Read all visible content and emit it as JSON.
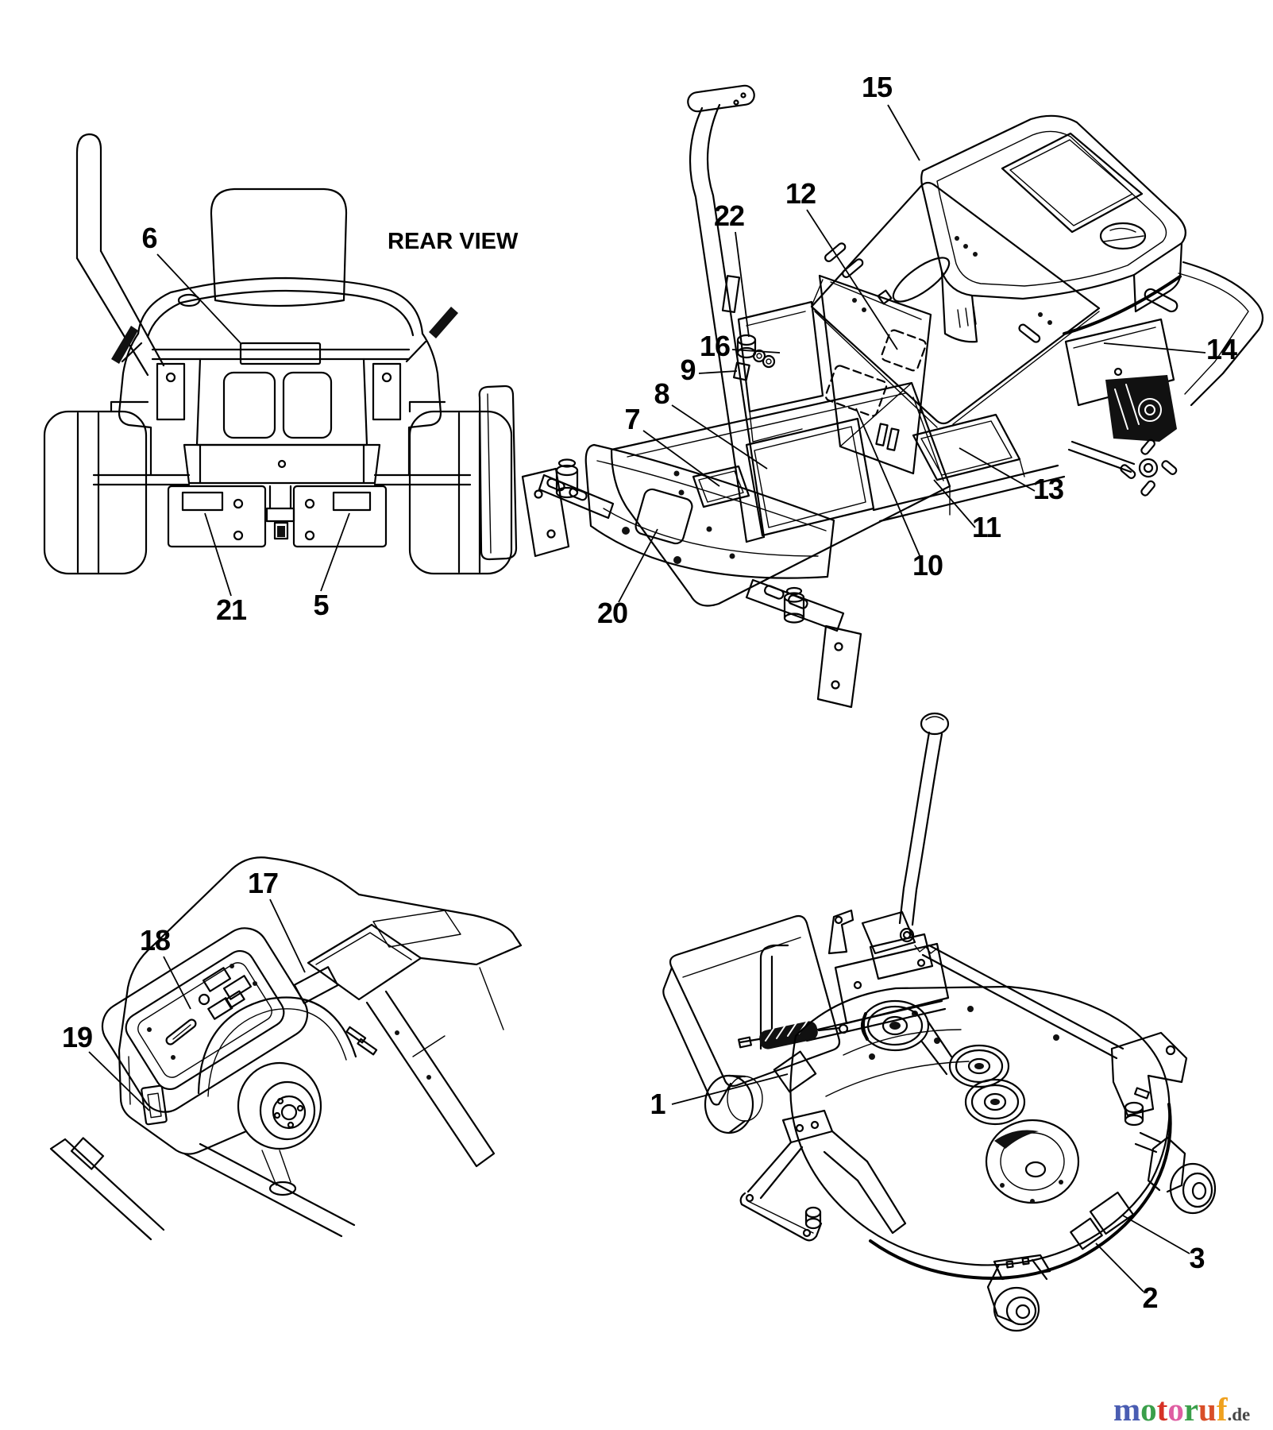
{
  "figure": {
    "type": "parts-decal-diagram",
    "subject": "zero-turn riding mower decal locations",
    "background": "#ffffff",
    "line_color": "#000000"
  },
  "views": {
    "rear": {
      "title": "REAR VIEW",
      "callouts": [
        {
          "label": "6"
        },
        {
          "label": "21"
        },
        {
          "label": "5"
        }
      ]
    },
    "chassis": {
      "callouts": [
        {
          "label": "15"
        },
        {
          "label": "12"
        },
        {
          "label": "22"
        },
        {
          "label": "16"
        },
        {
          "label": "9"
        },
        {
          "label": "8"
        },
        {
          "label": "7"
        },
        {
          "label": "14"
        },
        {
          "label": "13"
        },
        {
          "label": "11"
        },
        {
          "label": "10"
        },
        {
          "label": "20"
        }
      ]
    },
    "console": {
      "callouts": [
        {
          "label": "17"
        },
        {
          "label": "18"
        },
        {
          "label": "19"
        }
      ]
    },
    "deck": {
      "callouts": [
        {
          "label": "1"
        },
        {
          "label": "2"
        },
        {
          "label": "3"
        }
      ]
    }
  },
  "watermark": {
    "word": "motoruf",
    "suffix": ".de",
    "suffix_color": "#474747",
    "letters": [
      {
        "ch": "m",
        "color": "#4a5db2"
      },
      {
        "ch": "o",
        "color": "#3a9f4a"
      },
      {
        "ch": "t",
        "color": "#d63226"
      },
      {
        "ch": "o",
        "color": "#df5da2"
      },
      {
        "ch": "r",
        "color": "#3a9f4a"
      },
      {
        "ch": "u",
        "color": "#d94e28"
      },
      {
        "ch": "f",
        "color": "#efa11f"
      }
    ]
  }
}
